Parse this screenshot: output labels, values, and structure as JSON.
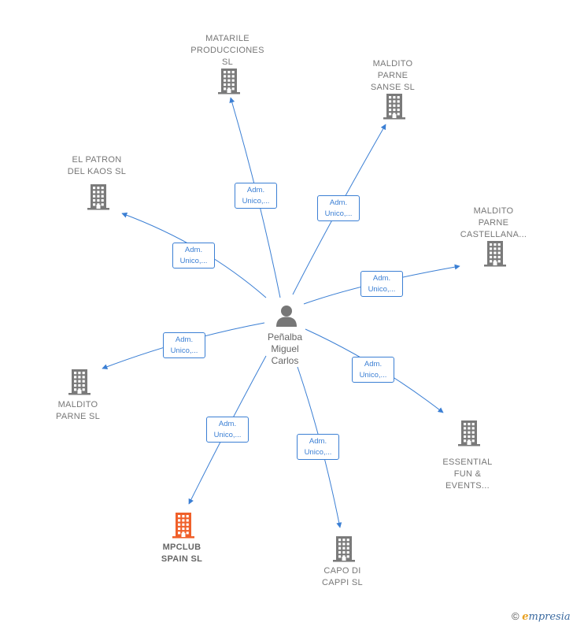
{
  "colors": {
    "edge": "#3b7fd4",
    "building_default": "#7a7a7a",
    "building_highlight": "#f0602a",
    "person": "#777777"
  },
  "center": {
    "id": "person",
    "label": "Peñalba\nMiguel\nCarlos",
    "icon": "person-icon"
  },
  "companies": [
    {
      "id": "matarile",
      "label": "MATARILE\nPRODUCCIONES\nSL",
      "icon": "building-icon",
      "highlight": false
    },
    {
      "id": "maldito-sanse",
      "label": "MALDITO\nPARNE\nSANSE  SL",
      "icon": "building-icon",
      "highlight": false
    },
    {
      "id": "patron",
      "label": "EL PATRON\nDEL KAOS  SL",
      "icon": "building-icon",
      "highlight": false
    },
    {
      "id": "maldito-castellana",
      "label": "MALDITO\nPARNE\nCASTELLANA...",
      "icon": "building-icon",
      "highlight": false
    },
    {
      "id": "maldito-parne",
      "label": "MALDITO\nPARNE  SL",
      "icon": "building-icon",
      "highlight": false
    },
    {
      "id": "essential",
      "label": "ESSENTIAL\nFUN &\nEVENTS...",
      "icon": "building-icon",
      "highlight": false
    },
    {
      "id": "mpclub",
      "label": "MPCLUB\nSPAIN  SL",
      "icon": "building-icon",
      "highlight": true
    },
    {
      "id": "capo",
      "label": "CAPO DI\nCAPPI  SL",
      "icon": "building-icon",
      "highlight": false
    }
  ],
  "edges": [
    {
      "to": "matarile",
      "label": "Adm.\nUnico,..."
    },
    {
      "to": "maldito-sanse",
      "label": "Adm.\nUnico,..."
    },
    {
      "to": "patron",
      "label": "Adm.\nUnico,..."
    },
    {
      "to": "maldito-castellana",
      "label": "Adm.\nUnico,..."
    },
    {
      "to": "maldito-parne",
      "label": "Adm.\nUnico,..."
    },
    {
      "to": "essential",
      "label": "Adm.\nUnico,..."
    },
    {
      "to": "mpclub",
      "label": "Adm.\nUnico,..."
    },
    {
      "to": "capo",
      "label": "Adm.\nUnico,..."
    }
  ],
  "footer": {
    "copyright_symbol": "©",
    "brand_first": "e",
    "brand_rest": "mpresia"
  }
}
